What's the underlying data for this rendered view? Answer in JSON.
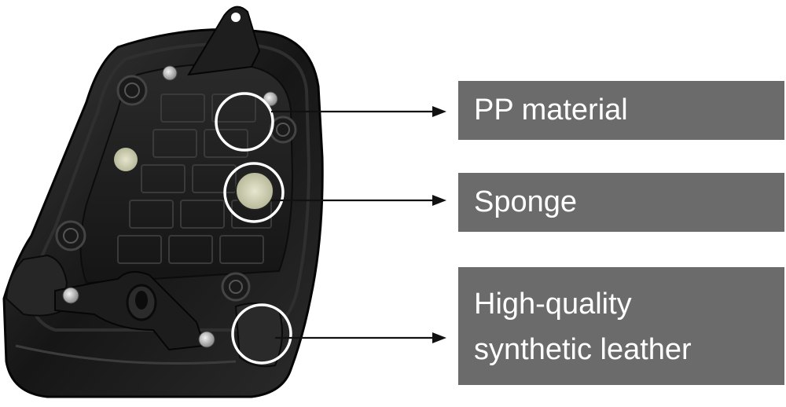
{
  "callouts": [
    {
      "lines": [
        "PP material"
      ]
    },
    {
      "lines": [
        "Sponge"
      ]
    },
    {
      "lines": [
        "High-quality",
        "synthetic leather"
      ]
    }
  ],
  "colors": {
    "background": "#ffffff",
    "label_box": "#6b6b6b",
    "label_text": "#ffffff",
    "seat_body": "#161616",
    "highlight_ring": "#ffffff",
    "pointer": "#111111"
  }
}
